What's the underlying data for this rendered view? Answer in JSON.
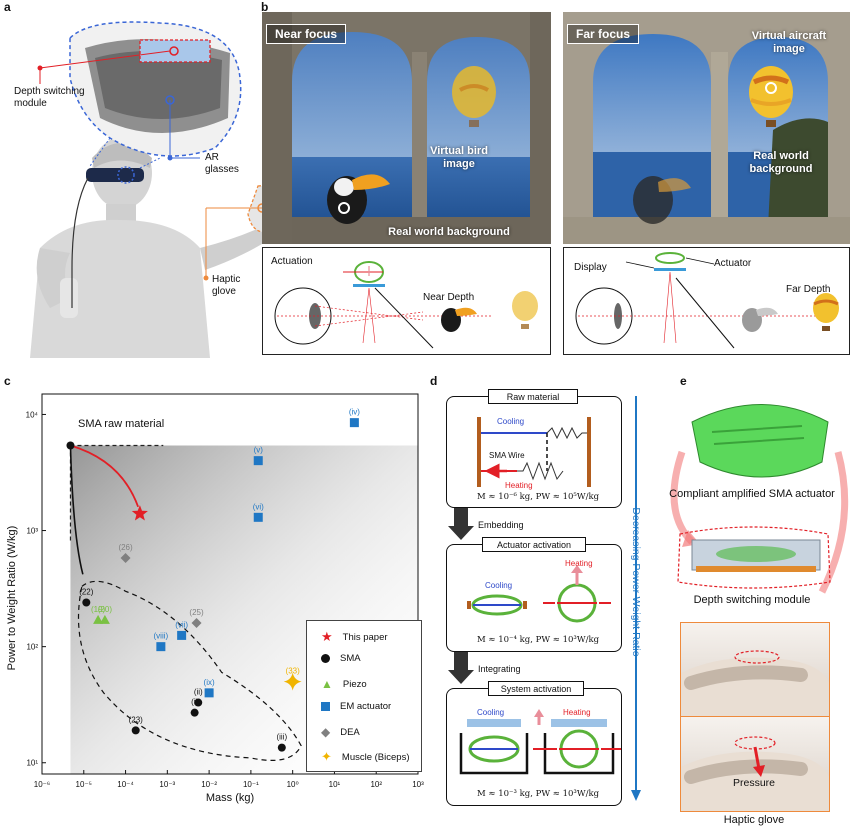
{
  "panel_letters": {
    "a": "a",
    "b": "b",
    "c": "c",
    "d": "d",
    "e": "e"
  },
  "panel_a": {
    "depth_label": "Depth switching module",
    "ar_label": "AR glasses",
    "haptic_label": "Haptic glove",
    "colors": {
      "red": "#e21f26",
      "blue": "#3a66d6",
      "orange": "#ee8a3c"
    }
  },
  "panel_b": {
    "near_tag": "Near focus",
    "far_tag": "Far focus",
    "virtual_bird": "Virtual bird image",
    "real_world_bg": "Real world background",
    "virtual_aircraft": "Virtual aircraft image",
    "real_world_bg_far": "Real world background",
    "actuation": "Actuation",
    "near_depth": "Near Depth",
    "display": "Display",
    "actuator": "Actuator",
    "far_depth": "Far Depth"
  },
  "panel_c": {
    "chart_data": {
      "type": "scatter",
      "xlabel": "Mass (kg)",
      "ylabel": "Power to Weight Ratio (W/kg)",
      "x_scale": "log",
      "y_scale": "log",
      "xlim": [
        1e-06,
        1000.0
      ],
      "ylim": [
        8,
        15000.0
      ],
      "x_ticks": [
        "10⁻⁶",
        "10⁻⁵",
        "10⁻⁴",
        "10⁻³",
        "10⁻²",
        "10⁻¹",
        "10⁰",
        "10¹",
        "10²",
        "10³"
      ],
      "y_ticks": [
        "10¹",
        "10²",
        "10³",
        "10⁴"
      ],
      "x_tick_values": [
        1e-06,
        1e-05,
        0.0001,
        0.001,
        0.01,
        0.1,
        1,
        10,
        100,
        1000
      ],
      "y_tick_values": [
        10,
        100,
        1000,
        10000
      ],
      "annotation": "SMA raw material",
      "legend_placement": "bottom-right",
      "series": [
        {
          "name": "This paper",
          "marker": "star",
          "color": "#e21f26",
          "points": [
            {
              "x": 0.00022,
              "y": 1400,
              "label": ""
            }
          ]
        },
        {
          "name": "SMA",
          "marker": "circle",
          "color": "#111111",
          "points": [
            {
              "x": 1.15e-05,
              "y": 240,
              "label": "(22)"
            },
            {
              "x": 0.000175,
              "y": 19,
              "label": "(23)"
            },
            {
              "x": 0.0045,
              "y": 27,
              "label": "(i)"
            },
            {
              "x": 0.0055,
              "y": 33,
              "label": "(ii)"
            },
            {
              "x": 0.55,
              "y": 13.5,
              "label": "(iii)"
            },
            {
              "x": 4.8e-06,
              "y": 5400,
              "label": ""
            }
          ]
        },
        {
          "name": "Piezo",
          "marker": "triangle",
          "color": "#7ac143",
          "points": [
            {
              "x": 2.2e-05,
              "y": 170,
              "label": "(19)"
            },
            {
              "x": 3.2e-05,
              "y": 170,
              "label": "(20)"
            }
          ]
        },
        {
          "name": "EM actuator",
          "marker": "square",
          "color": "#1f77c4",
          "points": [
            {
              "x": 30,
              "y": 8500,
              "label": "(iv)"
            },
            {
              "x": 0.15,
              "y": 4000,
              "label": "(v)"
            },
            {
              "x": 0.15,
              "y": 1300,
              "label": "(vi)"
            },
            {
              "x": 0.0022,
              "y": 125,
              "label": "(vii)"
            },
            {
              "x": 0.0007,
              "y": 100,
              "label": "(viii)"
            },
            {
              "x": 0.01,
              "y": 40,
              "label": "(ix)"
            }
          ]
        },
        {
          "name": "DEA",
          "marker": "diamond",
          "color": "#808080",
          "points": [
            {
              "x": 0.0001,
              "y": 580,
              "label": "(26)"
            },
            {
              "x": 0.005,
              "y": 160,
              "label": "(25)"
            }
          ]
        },
        {
          "name": "Muscle (Biceps)",
          "marker": "spark",
          "color": "#f0b400",
          "points": [
            {
              "x": 1.0,
              "y": 50,
              "label": "(33)"
            }
          ]
        }
      ]
    }
  },
  "panel_d": {
    "raw_material": "Raw material",
    "cooling": "Cooling",
    "sma_wire": "SMA Wire",
    "heating": "Heating",
    "eq1": "M ≈ 10⁻⁶ kg,   PW ≈ 10⁵W/kg",
    "embedding": "Embedding",
    "actuator_activation": "Actuator activation",
    "cooling2": "Cooling",
    "heating2": "Heating",
    "eq2": "M ≈ 10⁻⁴ kg,   PW ≈ 10³W/kg",
    "integrating": "Integrating",
    "system_activation": "System activation",
    "cooling3": "Cooling",
    "heating3": "Heating",
    "eq3": "M ≈ 10⁻³ kg,   PW ≈ 10³W/kg",
    "side_label": "Decreasing Power-Weight Ratio"
  },
  "panel_e": {
    "compliant": "Compliant amplified SMA actuator",
    "depth_module": "Depth switching module",
    "pressure": "Pressure",
    "haptic_glove": "Haptic glove"
  }
}
